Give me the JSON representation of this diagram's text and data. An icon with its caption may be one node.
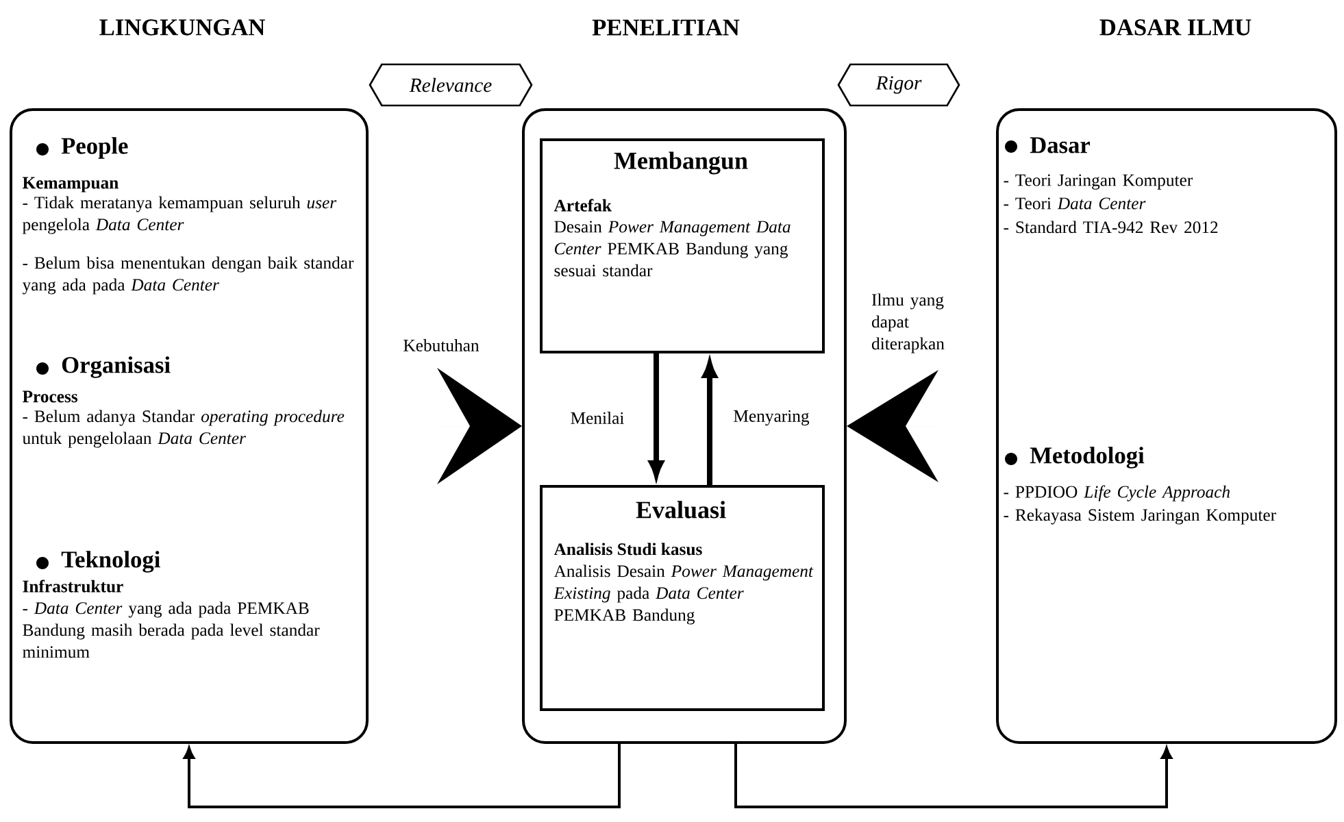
{
  "diagram": {
    "nodes": [
      {
        "text": [
          "People",
          "Kemampuan",
          "- Tidak meratanya kemampuan seluruh *user* pengelola *Data Center*",
          "- Belum bisa menentukan dengan baik standar yang ada pada *Data Center*",
          "Organisasi",
          "Process",
          "- Belum adanya Standar *operating procedure* untuk pengelolaan *Data Center*",
          "Teknologi",
          "Infrastruktur",
          "- *Data Center* yang ada pada PEMKAB Bandung masih berada pada level standar minimum"
        ]
      },
      {
        "text": [],
        "shape": "box"
      },
      {
        "text": [
          "Membangun",
          "Artefak",
          "Desain *Power Management Data Center* PEMKAB Bandung yang sesuai standar"
        ],
        "in": 1
      },
      {
        "text": [
          "Evaluasi",
          "Analisis Studi kasus",
          "Analisis Desain *Power Management Existing* pada *Data Center* PEMKAB Bandung"
        ],
        "in": 1
      },
      {
        "text": [
          "Dasar",
          "- Teori Jaringan Komputer",
          "- Teori *Data Center*",
          "- Standard TIA-942 Rev 2012",
          "Metodologi",
          "- PPDIOO *Life Cycle Approach*",
          "- Rekayasa Sistem Jaringan Komputer"
        ]
      },
      {
        "text": [
          "Relevance"
        ]
      },
      {
        "text": [
          "Rigor"
        ]
      }
    ],
    "edges": [
      {
        "from": 2,
        "to": 3,
        "arrow": "to",
        "label": "Menilai",
        "style": "thick"
      },
      {
        "from": 3,
        "to": 2,
        "arrow": "to",
        "label": "Menyaring",
        "style": "thick"
      },
      {
        "from": 0,
        "to": 1,
        "arrow": "to",
        "label": "Kebutuhan"
      },
      {
        "from": 4,
        "to": 1,
        "arrow": "to",
        "label": "Ilmu yang dapat diterapkan"
      },
      {
        "from": 1,
        "to": 0,
        "arrow": "to"
      },
      {
        "from": 1,
        "to": 4,
        "arrow": "to"
      }
    ],
    "labels": [
      "LINGKUNGAN",
      "PENELITIAN",
      "DASAR ILMU"
    ]
  }
}
